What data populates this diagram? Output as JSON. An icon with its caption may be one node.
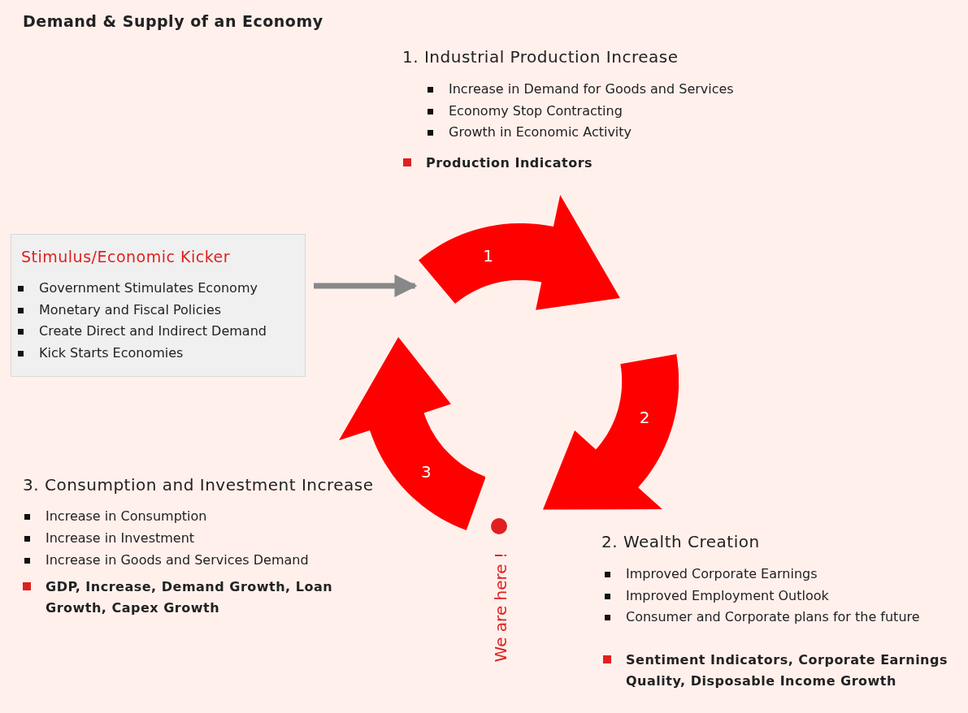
{
  "diagram": {
    "title": "Demand & Supply of an Economy",
    "nodes": [
      {
        "text": [
          "Stimulus/Economic Kicker",
          "Government Stimulates Economy",
          "Monetary and Fiscal Policies",
          "Create Direct and Indirect Demand",
          "Kick Starts Economies"
        ]
      },
      {
        "text": [
          "1"
        ]
      },
      {
        "text": [
          "2"
        ]
      },
      {
        "text": [
          "3"
        ]
      }
    ],
    "edges": [
      {
        "from": 0,
        "to": 1,
        "arrow": "to",
        "color": "#888888"
      }
    ],
    "labels": [
      "1. Industrial Production Increase",
      "Increase in Demand for Goods and Services",
      "Economy Stop Contracting",
      "Growth in Economic Activity",
      "Production Indicators",
      "3. Consumption and Investment Increase",
      "Increase in Consumption",
      "Increase in Investment",
      "Increase in Goods and Services Demand",
      "GDP, Increase, Demand Growth, Loan Growth, Capex Growth",
      "We are here !",
      "2. Wealth Creation",
      "Improved Corporate Earnings",
      "Improved Employment Outlook",
      "Consumer and Corporate plans for the future",
      "Sentiment Indicators, Corporate Earnings Quality, Disposable Income Growth"
    ]
  }
}
